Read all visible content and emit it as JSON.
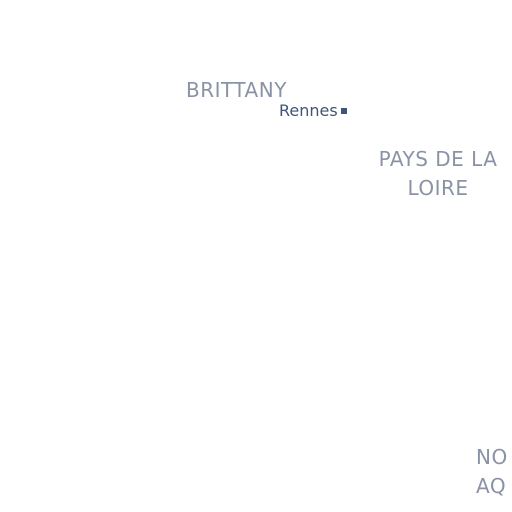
{
  "map": {
    "regions": [
      {
        "id": "brittany",
        "lines": [
          "BRITTANY"
        ]
      },
      {
        "id": "pays",
        "lines": [
          "PAYS DE LA",
          "LOIRE"
        ]
      },
      {
        "id": "nouvelle",
        "lines": [
          "NO",
          "AQ"
        ]
      }
    ],
    "cities": [
      {
        "id": "rennes",
        "name": "Rennes"
      }
    ]
  }
}
